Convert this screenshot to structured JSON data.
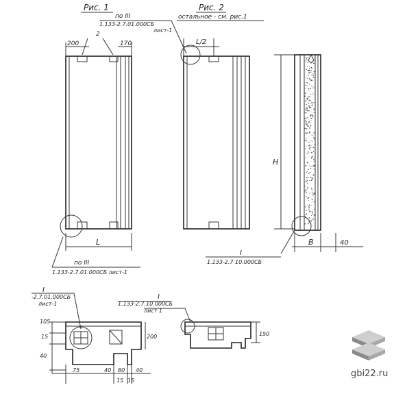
{
  "fig1": {
    "title": "Рис. 1",
    "ref_top_line1": "по III",
    "ref_top_line2": "1.133-2.7.01.000СБ",
    "ref_top_line3": "лист-1",
    "dim_200": "200",
    "dim_2": "2",
    "dim_170": "170",
    "dim_L": "L",
    "ref_bottom_line1": "по III",
    "ref_bottom_line2": "1.133-2.7.01.000СБ лист-1"
  },
  "fig2": {
    "title": "Рис. 2",
    "subtitle": "остальное - см. рис.1",
    "dim_L2": "L/2",
    "ref_line1": "I",
    "ref_line2": "1.133-2.7 10.000СБ"
  },
  "side": {
    "dim_H": "H",
    "dim_B": "B",
    "dim_40": "40"
  },
  "detail1": {
    "ref_line1": "I",
    "ref_line2": "-2.7.01.000СБ",
    "ref_line3": "лист-1",
    "dim_105": "105",
    "dim_15": "15",
    "dim_40": "40",
    "dim_200": "200",
    "dim_75": "75",
    "dim_40b": "40",
    "dim_80": "80",
    "dim_40c": "40",
    "dim_15b": "15",
    "dim_15c": "15"
  },
  "detail2": {
    "ref_line1": "I",
    "ref_line2": "1.133-2.7.10.000СБ",
    "ref_line3": "лист 1",
    "dim_150": "150"
  },
  "watermark": {
    "text": "gbi22.ru"
  }
}
